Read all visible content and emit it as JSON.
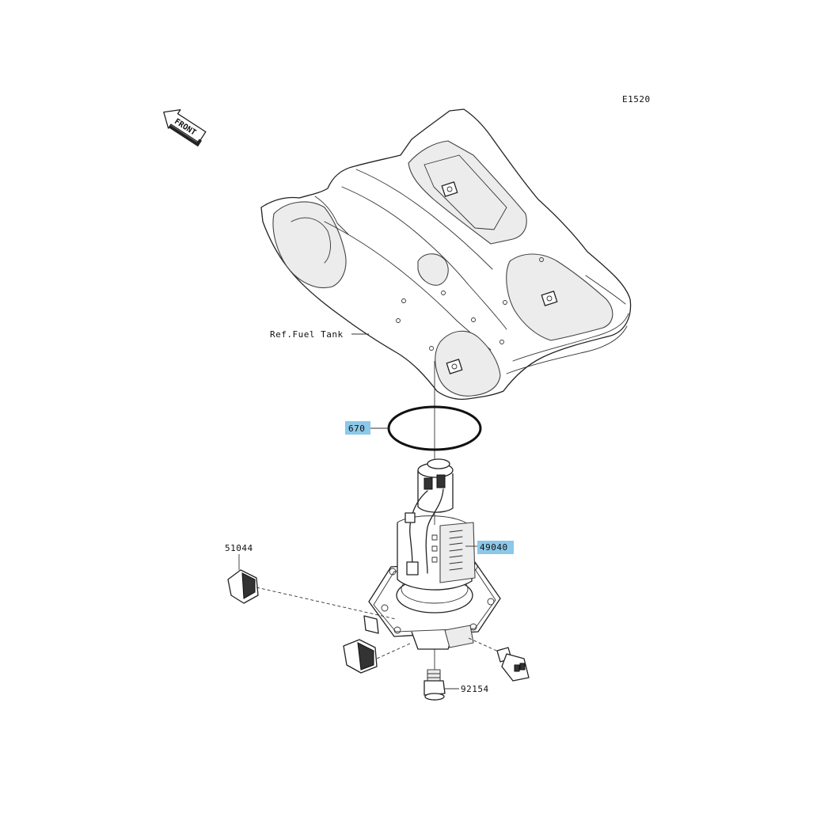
{
  "diagram": {
    "code": "E1520",
    "front_marker": "FRONT",
    "reference_label": "Ref.Fuel Tank",
    "colors": {
      "highlight": "#8cc8e8",
      "line": "#222222",
      "background": "#ffffff"
    },
    "parts": [
      {
        "number": "670",
        "highlighted": true
      },
      {
        "number": "49040",
        "highlighted": true
      },
      {
        "number": "51044",
        "highlighted": false
      },
      {
        "number": "92154",
        "highlighted": false
      }
    ]
  }
}
